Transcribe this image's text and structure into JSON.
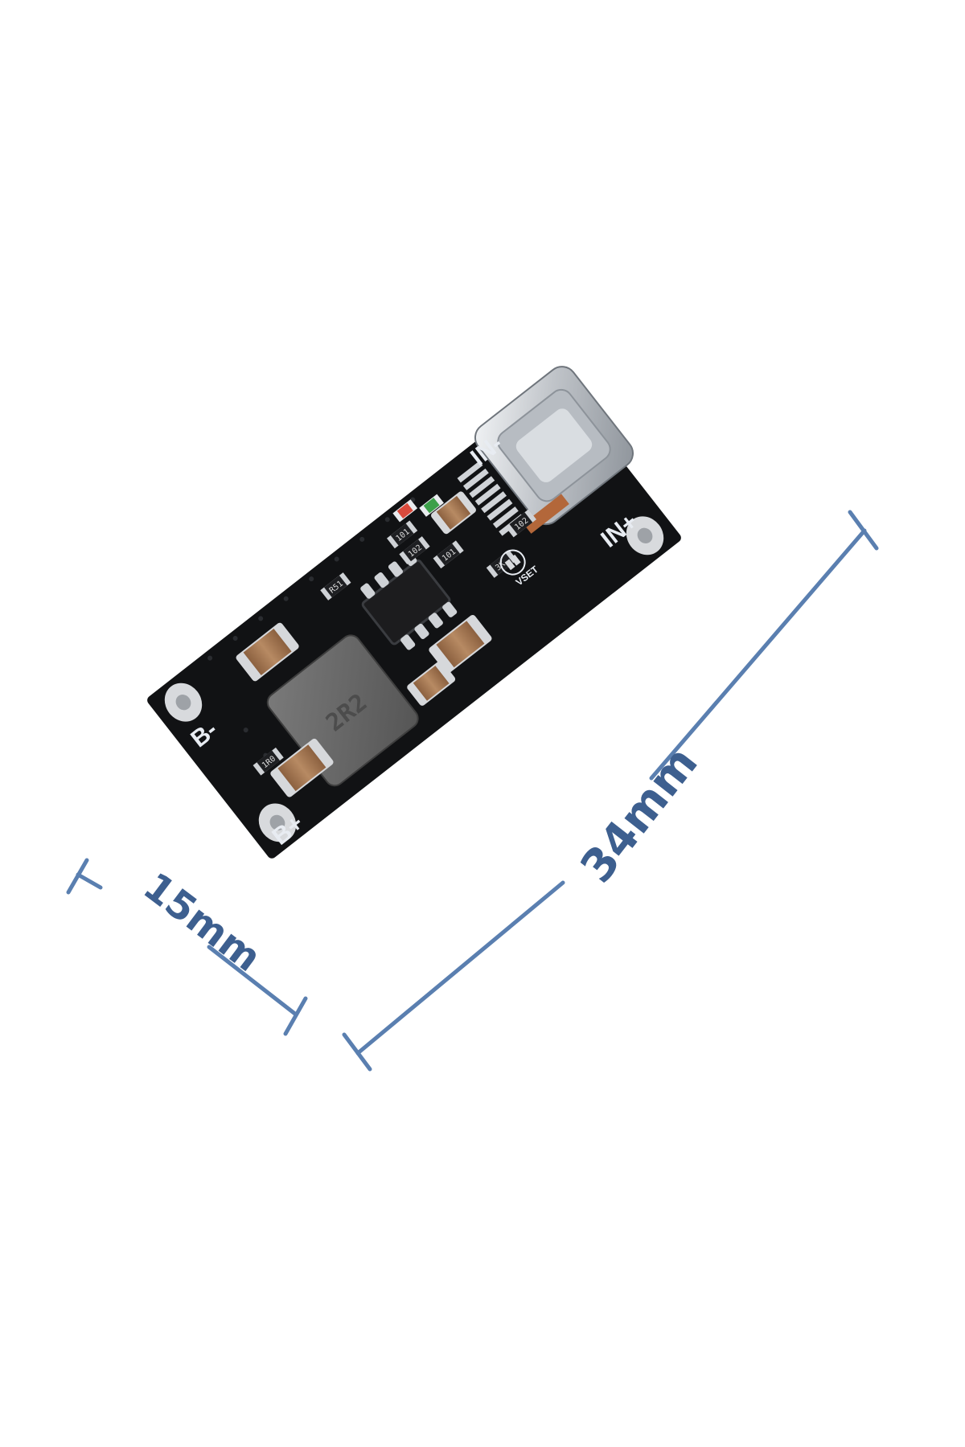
{
  "pins": {
    "in_minus": "IN-",
    "in_plus": "IN+",
    "b_minus": "B-",
    "b_plus": "B+"
  },
  "board_marks": {
    "vset": "VSET",
    "r_codes": [
      "R51",
      "101",
      "102",
      "101",
      "1R0",
      "102",
      "3K"
    ]
  },
  "dimensions": {
    "width": "15mm",
    "length": "34mm"
  },
  "colors": {
    "dimension_line": "#5a7fb0",
    "dimension_text": "#3d5f8f",
    "pcb": "#111214",
    "pad": "#d8dadd",
    "usb_shell": "#c9cdd2",
    "inductor": "#6b6b6b",
    "capacitor": "#a2734f",
    "ic": "#1c1c1e"
  },
  "icons": {
    "usb_port": "usb-c-connector-icon",
    "mounting_holes": "pad-hole-icon",
    "vset_jumper": "solder-jumper-icon"
  }
}
